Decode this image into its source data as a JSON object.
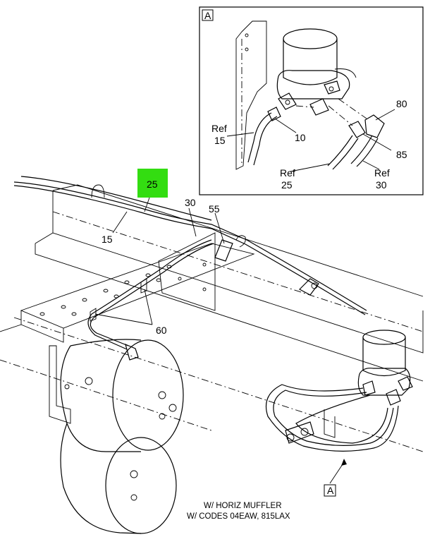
{
  "detail_box": {
    "tag": "A",
    "callouts": {
      "c80": "80",
      "c10": "10",
      "c85": "85",
      "ref15_ref": "Ref",
      "ref15_num": "15",
      "ref25_ref": "Ref",
      "ref25_num": "25",
      "ref30_ref": "Ref",
      "ref30_num": "30"
    }
  },
  "main": {
    "callouts": {
      "c25": "25",
      "c15": "15",
      "c30": "30",
      "c55": "55",
      "c60": "60"
    },
    "view_tag": "A",
    "caption_line1": "W/ HORIZ MUFFLER",
    "caption_line2": "W/ CODES 04EAW, 815LAX"
  },
  "colors": {
    "highlight": "#33dd11",
    "line": "#000000"
  }
}
